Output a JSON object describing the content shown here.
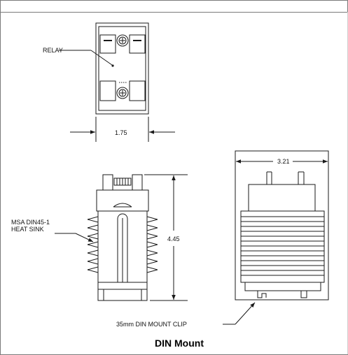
{
  "labels": {
    "relay": "RELAY",
    "heat_sink_line1": "MSA DIN45-1",
    "heat_sink_line2": "HEAT SINK",
    "clip": "35mm DIN MOUNT CLIP"
  },
  "dimensions": {
    "width_relay": "1.75",
    "height_heatsink": "4.45",
    "width_side": "3.21"
  },
  "caption": "DIN Mount",
  "colors": {
    "line": "#1a1a1a",
    "frame": "#7a7a7a"
  }
}
